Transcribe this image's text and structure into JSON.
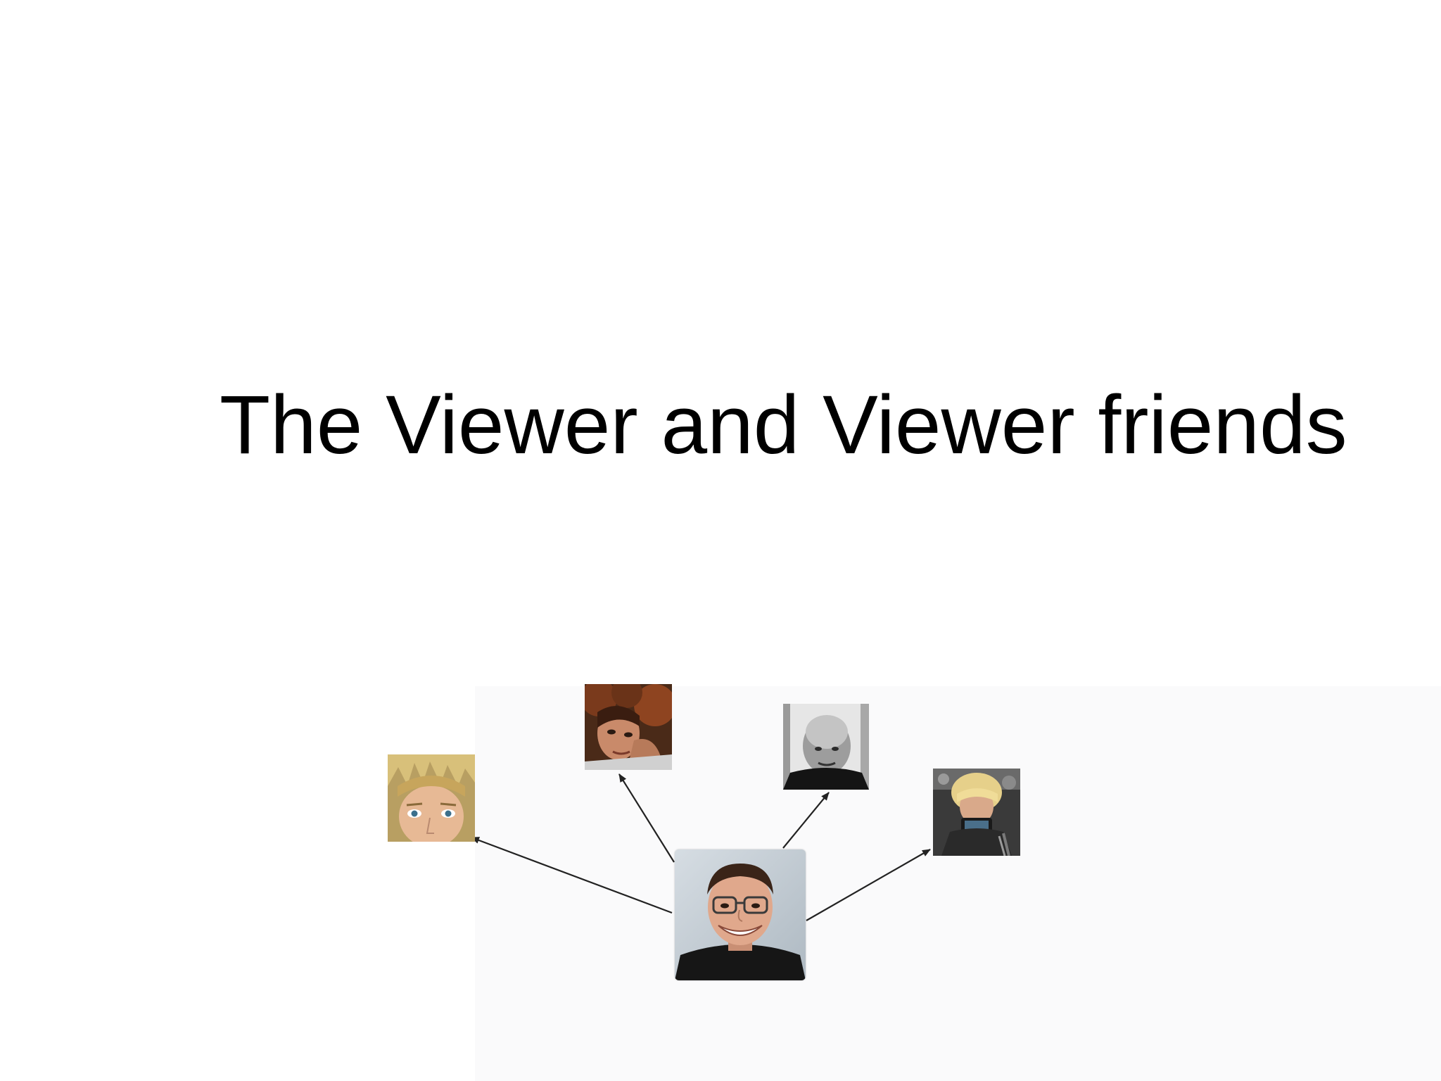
{
  "slide": {
    "title": "The Viewer and Viewer friends"
  },
  "diagram": {
    "center": {
      "role": "viewer",
      "icon": "viewer-photo"
    },
    "friends": [
      {
        "role": "viewer-friend",
        "icon": "friend-photo"
      },
      {
        "role": "viewer-friend",
        "icon": "friend-photo"
      },
      {
        "role": "viewer-friend",
        "icon": "friend-photo"
      },
      {
        "role": "viewer-friend",
        "icon": "friend-photo"
      }
    ],
    "edges": [
      {
        "from": "viewer",
        "to": "friend-1"
      },
      {
        "from": "viewer",
        "to": "friend-2"
      },
      {
        "from": "viewer",
        "to": "friend-3"
      },
      {
        "from": "viewer",
        "to": "friend-4"
      }
    ],
    "colors": {
      "background": "#ffffff",
      "text": "#000000",
      "arrow": "#222222"
    }
  }
}
